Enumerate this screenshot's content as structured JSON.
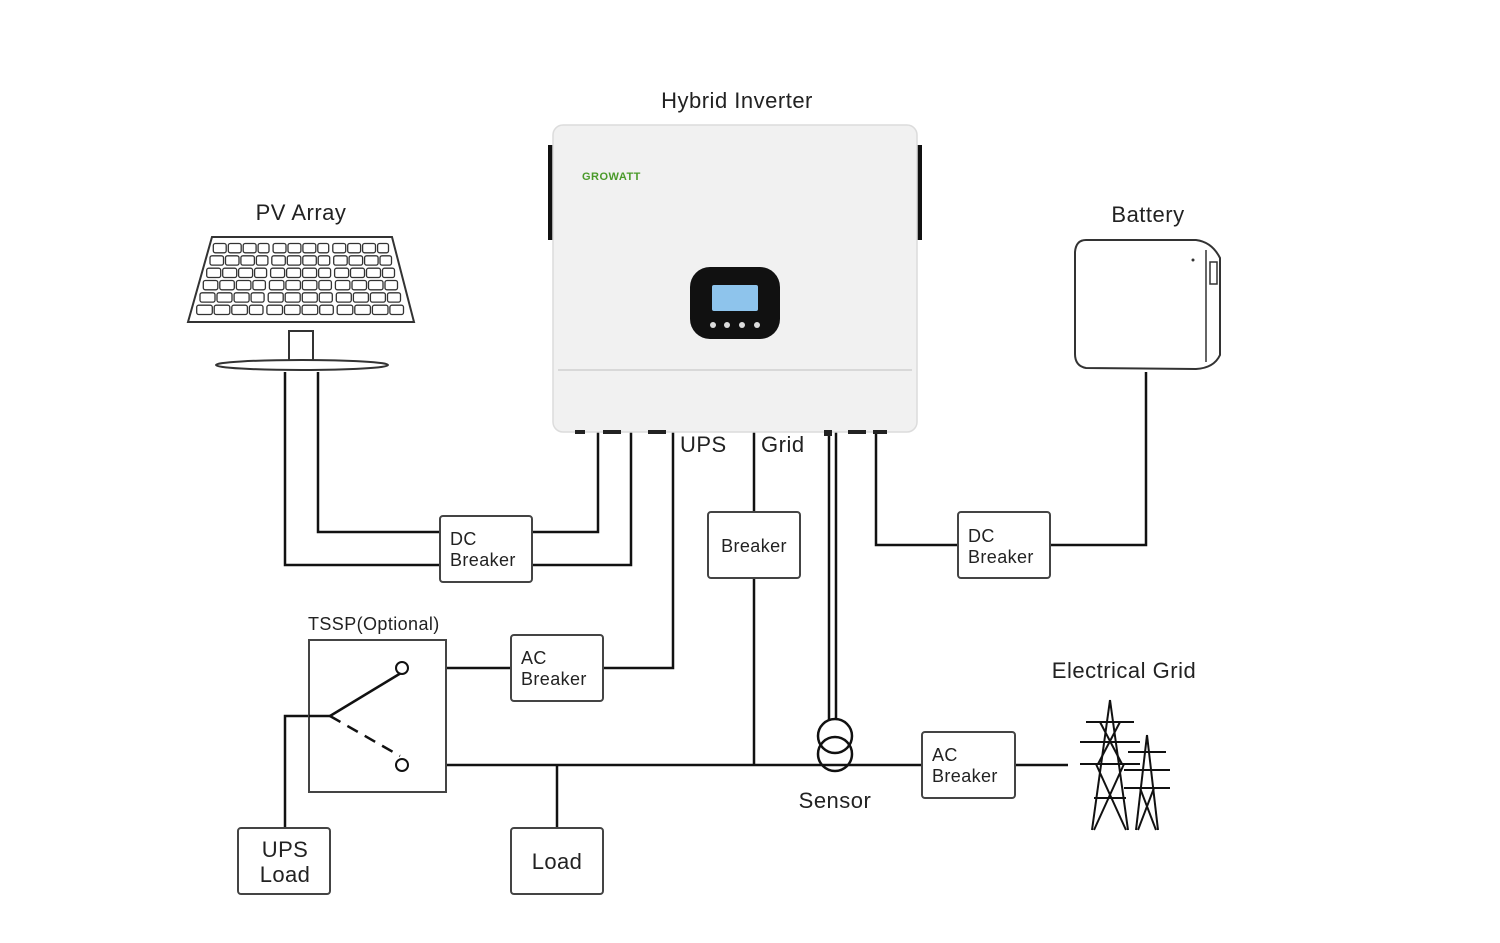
{
  "titles": {
    "inverter": "Hybrid Inverter",
    "pv": "PV Array",
    "battery": "Battery",
    "grid": "Electrical Grid",
    "tssp": "TSSP(Optional)"
  },
  "inverter": {
    "brand": "GROWATT",
    "port_ups": "UPS",
    "port_grid": "Grid"
  },
  "boxes": {
    "dc_breaker_pv": [
      "DC",
      "Breaker"
    ],
    "breaker_grid": "Breaker",
    "dc_breaker_batt": [
      "DC",
      "Breaker"
    ],
    "ac_breaker_ups": [
      "AC",
      "Breaker"
    ],
    "ac_breaker_grid": [
      "AC",
      "Breaker"
    ],
    "ups_load": [
      "UPS",
      "Load"
    ],
    "load": "Load"
  },
  "sensor": "Sensor",
  "colors": {
    "brand_green": "#4a9a2a",
    "screen_blue": "#8ec4ec",
    "wire": "#111111"
  }
}
